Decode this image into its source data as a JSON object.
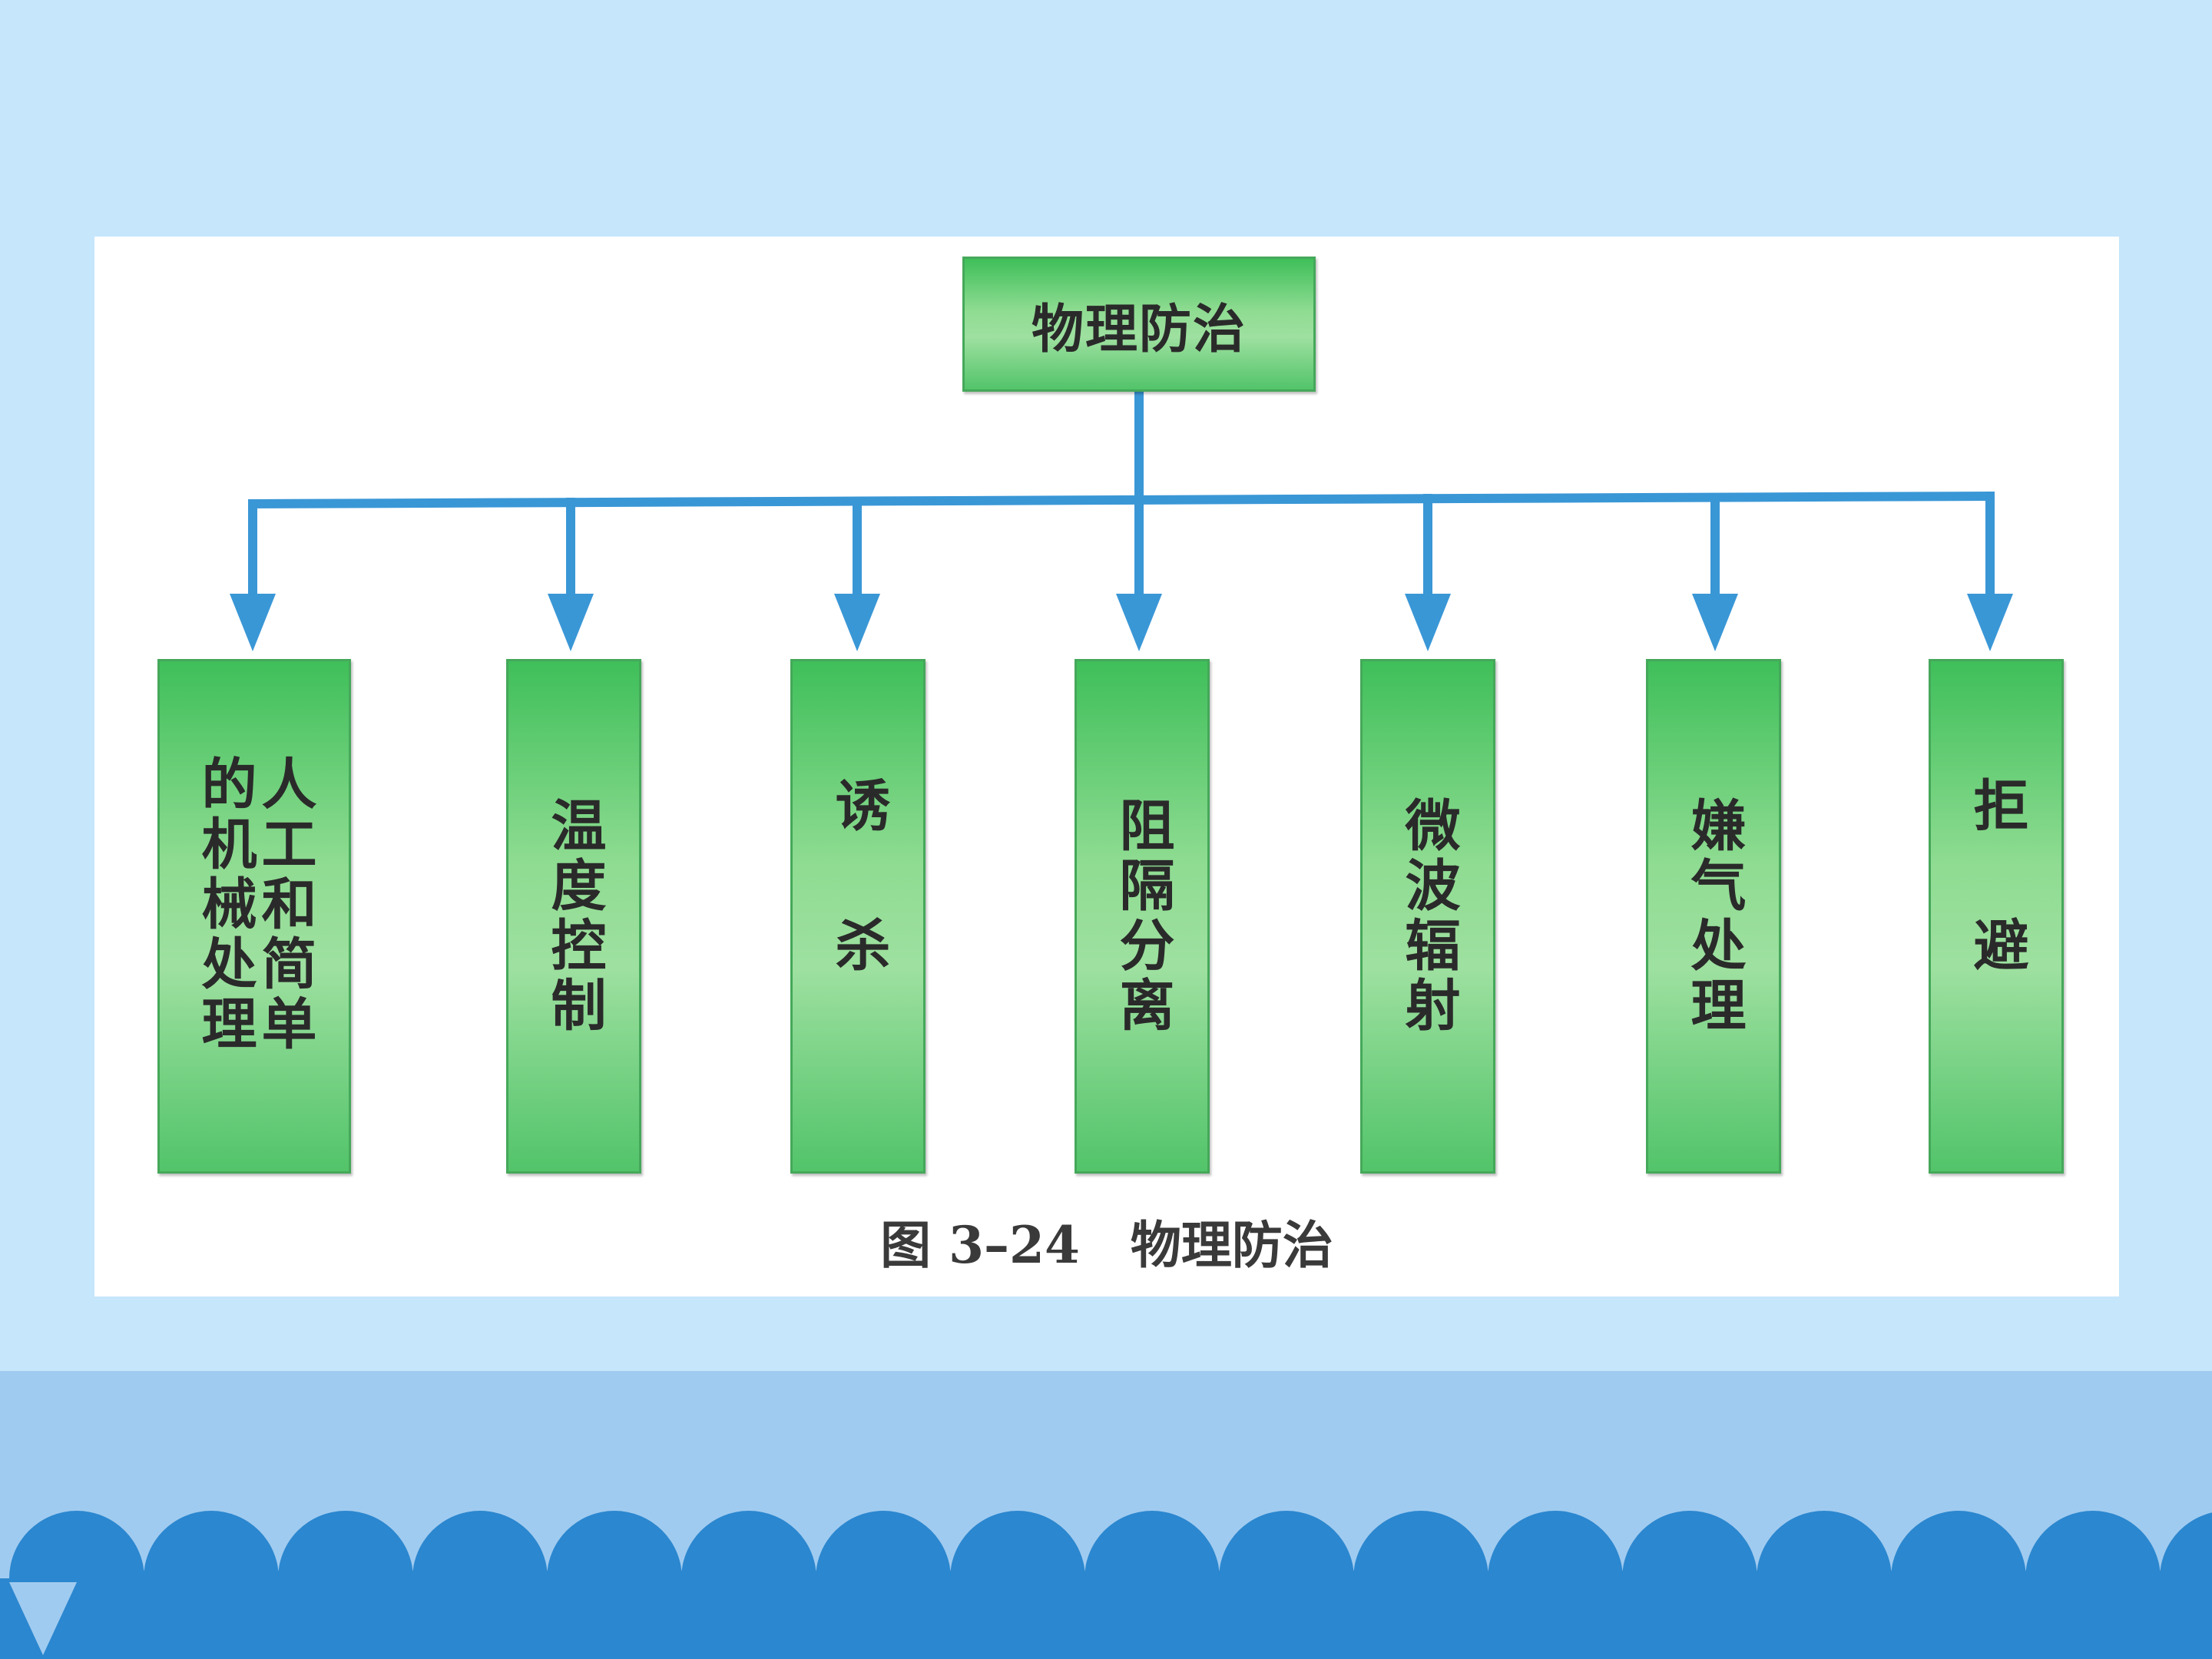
{
  "diagram": {
    "root": "物理防治",
    "children": [
      "人工和简单的机械处理",
      "温度控制",
      "诱杀",
      "阻隔分离",
      "微波辐射",
      "嫌气处理",
      "拒避"
    ],
    "caption": "图 3–24　物理防治"
  },
  "colors": {
    "background": "#c6e6fb",
    "band": "#a0cbf0",
    "scallop": "#2b87cf",
    "arrow": "#3a97d6",
    "box_green": "#8fdc92"
  }
}
